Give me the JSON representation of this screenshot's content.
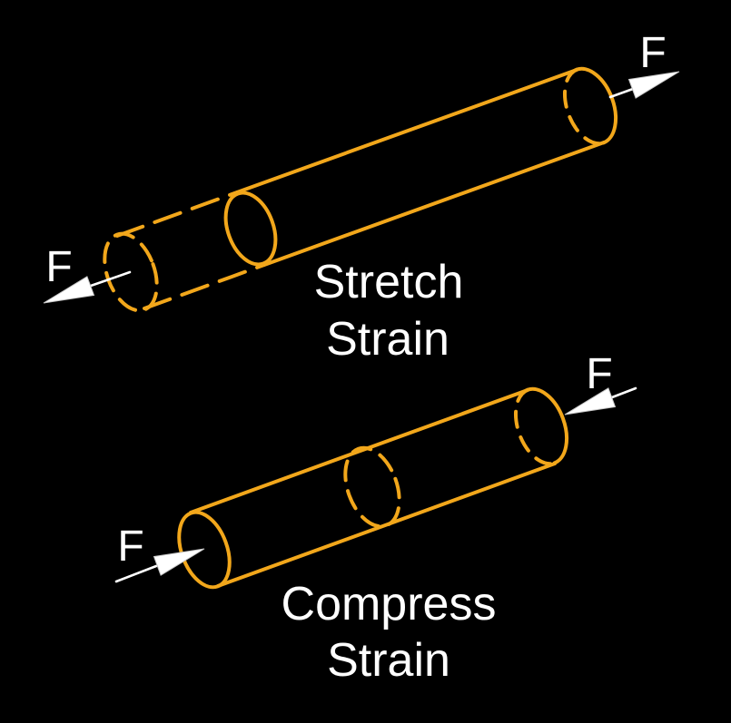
{
  "title": "Stretch and Compress Strain diagram",
  "colors": {
    "background": "#000000",
    "cylinder": "#F2A71B",
    "arrow": "#FFFFFF",
    "text": "#FFFFFF"
  },
  "stretch": {
    "label_line1": "Stretch",
    "label_line2": "Strain",
    "force_label_left": "F",
    "force_label_right": "F"
  },
  "compress": {
    "label_line1": "Compress",
    "label_line2": "Strain",
    "force_label_left": "F",
    "force_label_right": "F"
  }
}
